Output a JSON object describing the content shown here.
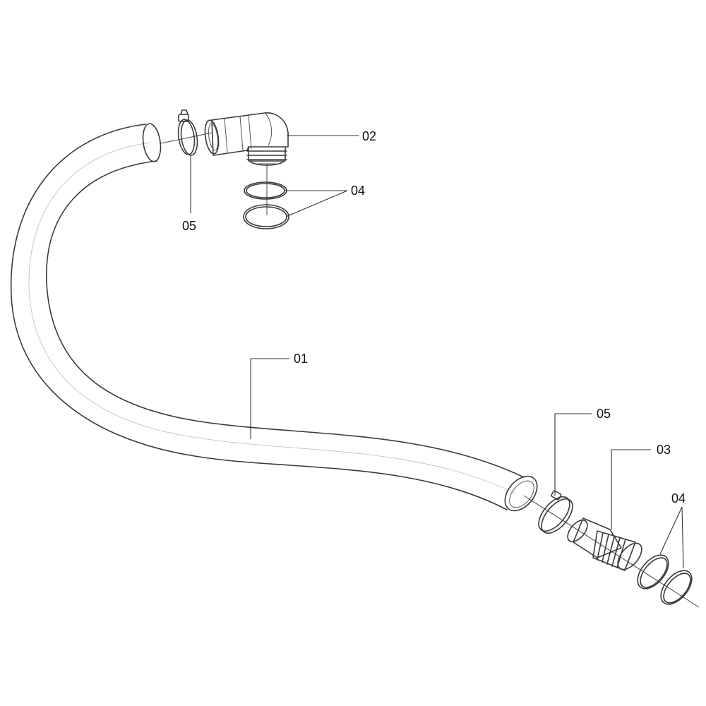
{
  "callouts": {
    "hose": "01",
    "elbow": "02",
    "straight_fitting": "03",
    "orings_top": "04",
    "orings_bottom": "04",
    "clamp_top": "05",
    "clamp_bottom": "05"
  }
}
